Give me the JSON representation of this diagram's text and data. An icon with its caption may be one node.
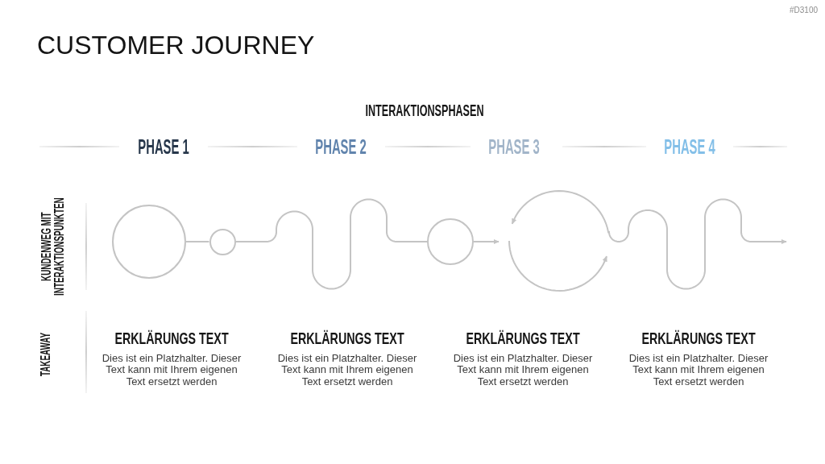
{
  "diagram": {
    "title": "CUSTOMER JOURNEY",
    "nodes": [
      {
        "text": [],
        "shape": "circle"
      },
      {
        "text": [],
        "shape": "circle"
      },
      {
        "text": [],
        "shape": "circle"
      }
    ],
    "edges": [
      {
        "from": 0,
        "to": 1,
        "arrow": "none"
      },
      {
        "from": 1,
        "to": 2,
        "arrow": "none"
      },
      {
        "from": 2,
        "to": null,
        "arrow": "to"
      }
    ],
    "labels": [
      "#D3100",
      "INTERAKTIONSPHASEN",
      "PHASE 1",
      "PHASE 2",
      "PHASE 3",
      "PHASE 4",
      "KUNDENWEG MIT INTERAKTIONSPUNKTEN",
      "TAKEAWAY",
      "ERKLÄRUNGS TEXT",
      "Dies ist ein Platzhalter. Dieser Text kann mit Ihrem eigenen Text ersetzt werden",
      "ERKLÄRUNGS TEXT",
      "Dies ist ein Platzhalter. Dieser Text kann mit Ihrem eigenen Text ersetzt werden",
      "ERKLÄRUNGS TEXT",
      "Dies ist ein Platzhalter. Dieser Text kann mit Ihrem eigenen Text ersetzt werden",
      "ERKLÄRUNGS TEXT",
      "Dies ist ein Platzhalter. Dieser Text kann mit Ihrem eigenen Text ersetzt werden"
    ]
  }
}
